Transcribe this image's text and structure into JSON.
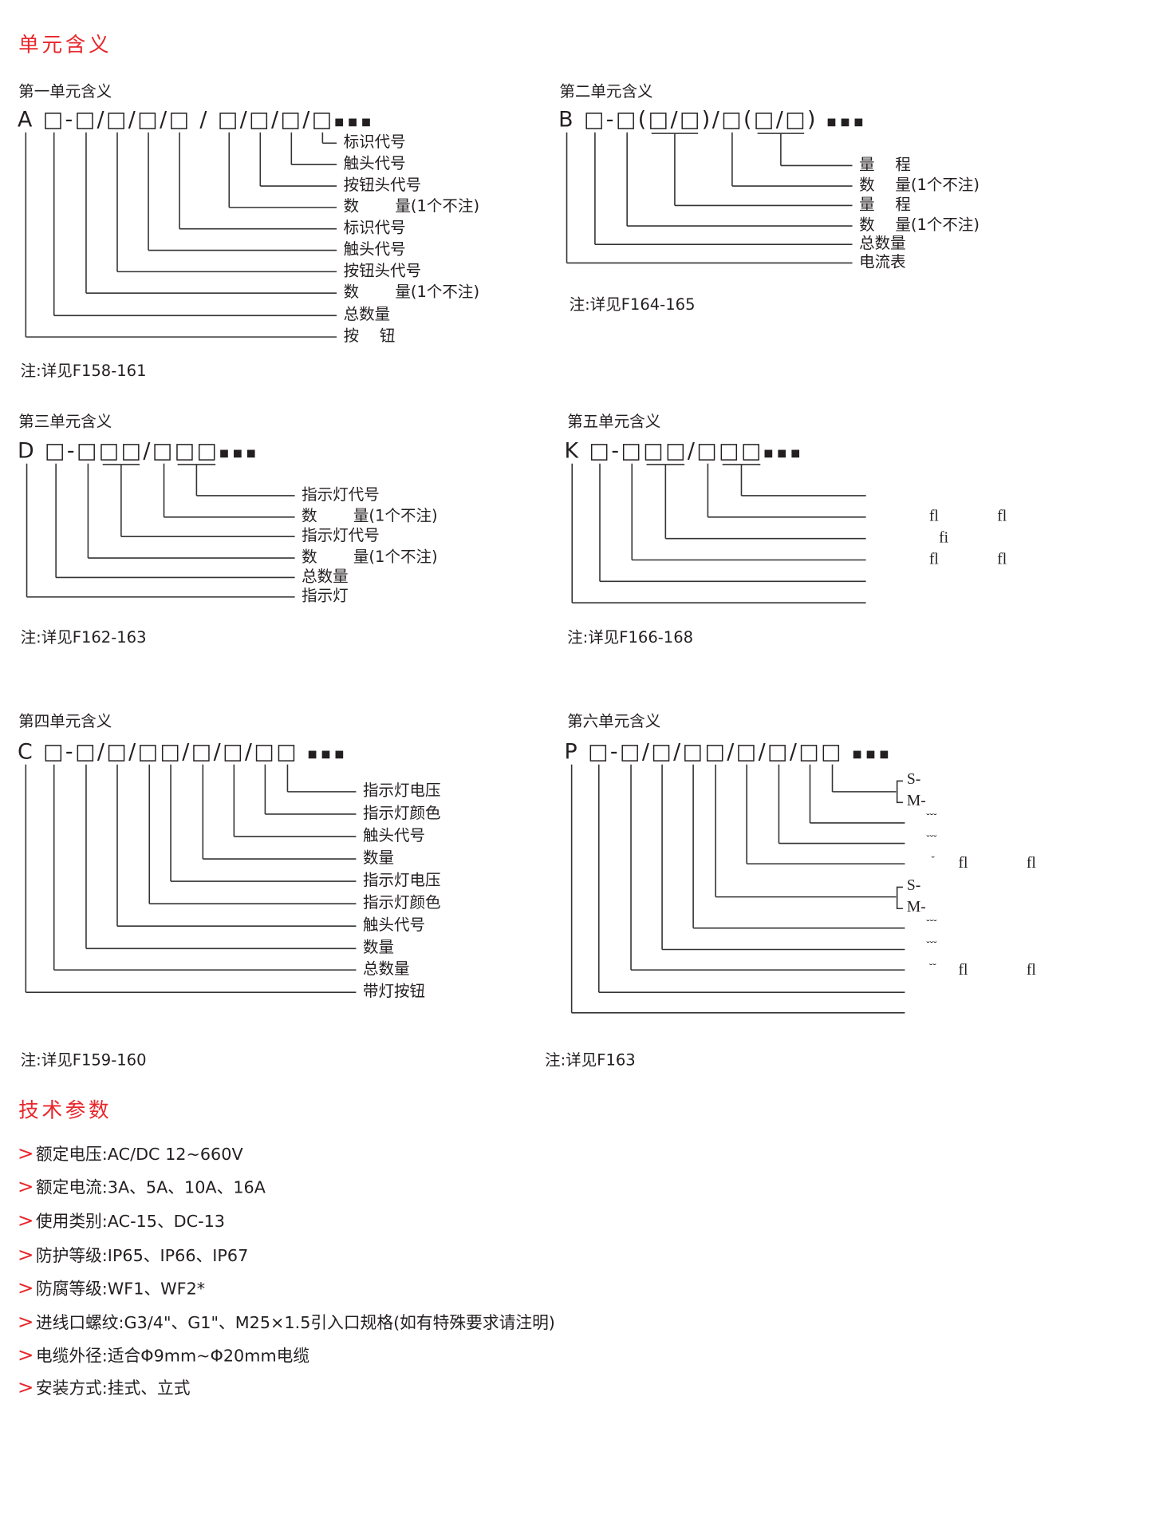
{
  "page_title": "单元含义",
  "units": {
    "A": {
      "title": "第一单元含义",
      "code": "A □-□/□/□/□ / □/□/□/□▪▪▪",
      "note": "注:详见F158-161",
      "labels": [
        {
          "text": "标识代号",
          "target": 8
        },
        {
          "text": "触头代号",
          "target": 7
        },
        {
          "text": "按钮头代号",
          "target": 6
        },
        {
          "text": "数　　 量(1个不注)",
          "target": 5
        },
        {
          "text": "标识代号",
          "target": 4
        },
        {
          "text": "触头代号",
          "target": 3
        },
        {
          "text": "按钮头代号",
          "target": 2
        },
        {
          "text": "数　　 量(1个不注)",
          "target": 1
        },
        {
          "text": "总数量",
          "target": 0
        },
        {
          "text": "按　 钮",
          "target": "L"
        }
      ]
    },
    "B": {
      "title": "第二单元含义",
      "code": "B □-□(□/□)/□(□/□) ▪▪▪",
      "note": "注:详见F164-165",
      "labels": [
        {
          "text": "量　 程",
          "target": [
            5,
            6
          ]
        },
        {
          "text": "数　 量(1个不注)",
          "target": 4
        },
        {
          "text": "量　 程",
          "target": [
            2,
            3
          ]
        },
        {
          "text": "数　 量(1个不注)",
          "target": 1
        },
        {
          "text": "总数量",
          "target": 0
        },
        {
          "text": "电流表",
          "target": "L"
        }
      ]
    },
    "D": {
      "title": "第三单元含义",
      "code": "D □-□□□/□□□▪▪▪",
      "note": "注:详见F162-163",
      "labels": [
        {
          "text": "指示灯代号",
          "target": [
            5,
            6
          ]
        },
        {
          "text": "数　　 量(1个不注)",
          "target": 4
        },
        {
          "text": "指示灯代号",
          "target": [
            2,
            3
          ]
        },
        {
          "text": "数　　 量(1个不注)",
          "target": 1
        },
        {
          "text": "总数量",
          "target": 0
        },
        {
          "text": "指示灯",
          "target": "L"
        }
      ]
    },
    "K": {
      "title": "第五单元含义",
      "code": "K □-□□□/□□□▪▪▪",
      "note": "注:详见F166-168",
      "labels": [
        {
          "text": "",
          "target": [
            5,
            6
          ]
        },
        {
          "text": "",
          "target": 4
        },
        {
          "text": "",
          "target": [
            2,
            3
          ]
        },
        {
          "text": "",
          "target": 1
        },
        {
          "text": "",
          "target": 0
        },
        {
          "text": "",
          "target": "L"
        }
      ],
      "annotations": [
        "fl",
        "fl",
        "fi",
        "fl",
        "fl"
      ]
    },
    "C": {
      "title": "第四单元含义",
      "code": "C □-□/□/□□/□/□/□□ ▪▪▪",
      "note": "注:详见F159-160",
      "labels": [
        {
          "text": "指示灯电压",
          "target": 8
        },
        {
          "text": "指示灯颜色",
          "target": 7
        },
        {
          "text": "触头代号",
          "target": 6
        },
        {
          "text": "数量",
          "target": 5
        },
        {
          "text": "指示灯电压",
          "target": 4
        },
        {
          "text": "指示灯颜色",
          "target": 3
        },
        {
          "text": "触头代号",
          "target": 2
        },
        {
          "text": "数量",
          "target": 1
        },
        {
          "text": "总数量",
          "target": 0
        },
        {
          "text": "带灯按钮",
          "target": "L"
        }
      ]
    },
    "P": {
      "title": "第六单元含义",
      "code": "P □-□/□/□□/□/□/□□ ▪▪▪",
      "note": "注:详见F163",
      "labels": [
        {
          "text": "",
          "target": 8
        },
        {
          "text": "",
          "target": 7
        },
        {
          "text": "",
          "target": 6
        },
        {
          "text": "",
          "target": 5
        },
        {
          "text": "",
          "target": 4
        },
        {
          "text": "",
          "target": 3
        },
        {
          "text": "",
          "target": 2
        },
        {
          "text": "",
          "target": 1
        },
        {
          "text": "",
          "target": 0
        },
        {
          "text": "",
          "target": "L"
        }
      ],
      "annotations": [
        "S-",
        "M-",
        "˘˘˘",
        "˘˘˘",
        "˘",
        "fl",
        "fl",
        "S-",
        "M-",
        "˘˘˘",
        "˘˘˘",
        "˘˘",
        "fl",
        "fl"
      ]
    }
  },
  "tech": {
    "title": "技术参数",
    "arrow": ">",
    "items": [
      "额定电压:AC/DC 12~660V",
      "额定电流:3A、5A、10A、16A",
      "使用类别:AC-15、DC-13",
      "防护等级:IP65、IP66、IP67",
      "防腐等级:WF1、WF2*",
      "进线口螺纹:G3/4\"、G1\"、M25×1.5引入口规格(如有特殊要求请注明)",
      "电缆外径:适合Φ9mm~Φ20mm电缆",
      "安装方式:挂式、立式"
    ]
  },
  "colors": {
    "accent": "#e8262b",
    "text": "#231f20",
    "line": "#333333"
  }
}
